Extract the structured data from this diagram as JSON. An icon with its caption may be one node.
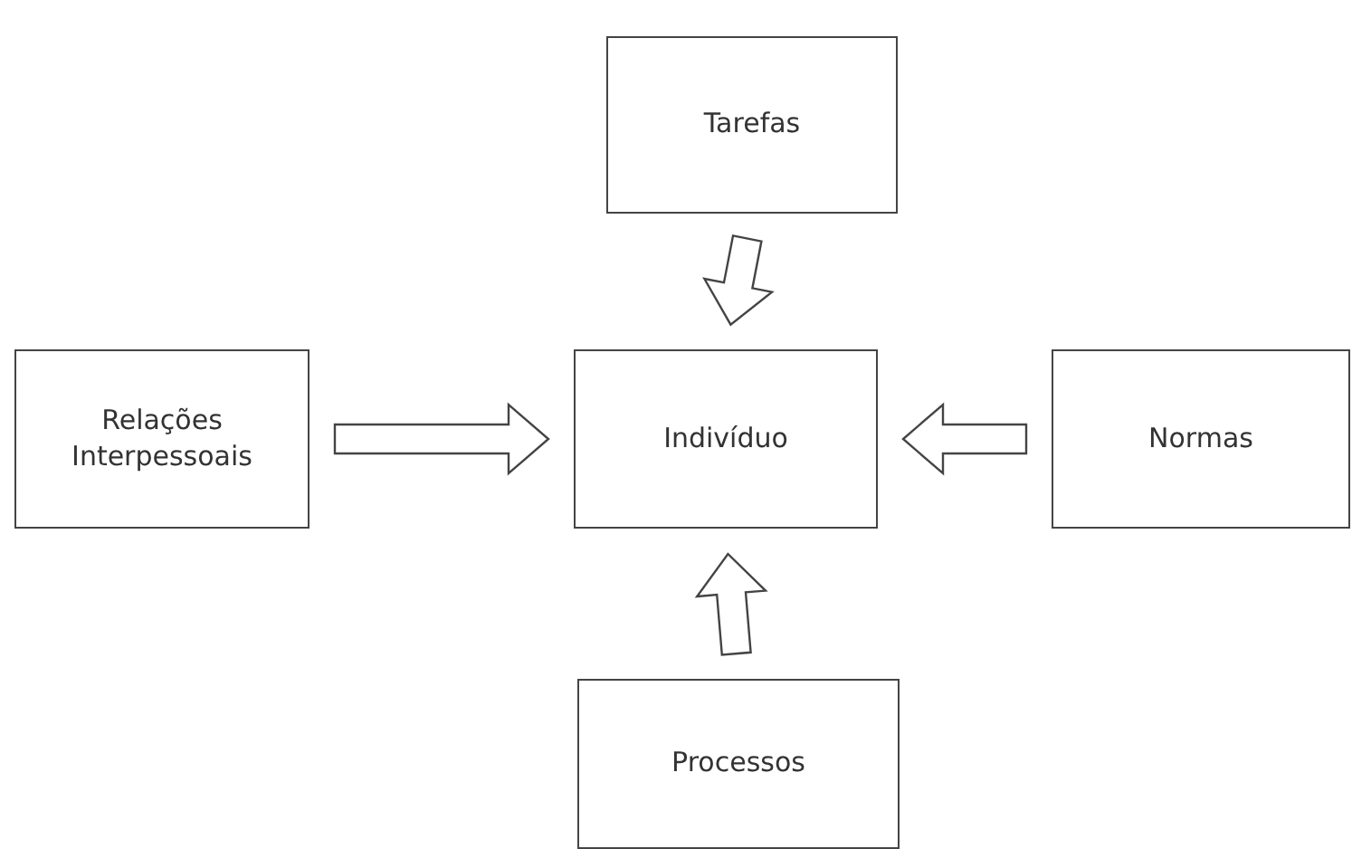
{
  "diagram": {
    "nodes": [
      {
        "text": [
          "Tarefas"
        ]
      },
      {
        "text": [
          "Relações Interpessoais"
        ]
      },
      {
        "text": [
          "Indivíduo"
        ]
      },
      {
        "text": [
          "Normas"
        ]
      },
      {
        "text": [
          "Processos"
        ]
      }
    ],
    "edges": [
      {
        "from": 0,
        "to": 2,
        "arrow": "to"
      },
      {
        "from": 1,
        "to": 2,
        "arrow": "to"
      },
      {
        "from": 3,
        "to": 2,
        "arrow": "to"
      },
      {
        "from": 4,
        "to": 2,
        "arrow": "to"
      }
    ]
  }
}
